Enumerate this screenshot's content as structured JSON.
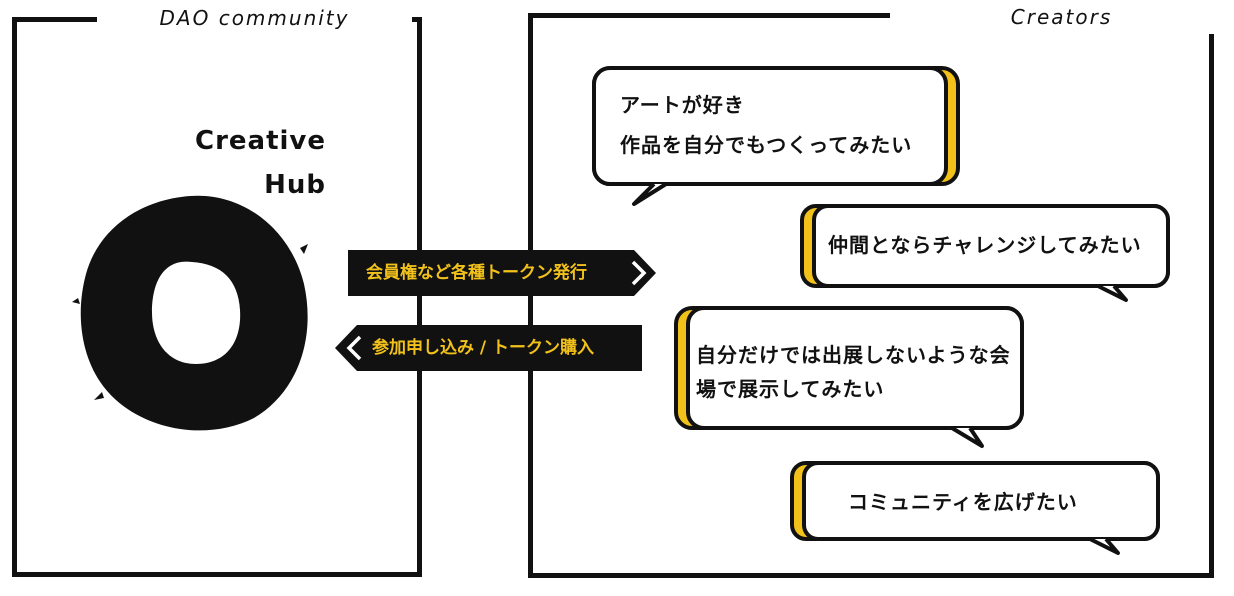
{
  "dao_label": "DAO community",
  "creators_label": "Creators",
  "hub": {
    "line1": "Creative",
    "line2": "Hub"
  },
  "arrows": {
    "issue_tokens": "会員権など各種トークン発行",
    "apply_purchase": "参加申し込み / トークン購入"
  },
  "bubbles": [
    {
      "lines": [
        "アートが好き",
        "作品を自分でもつくってみたい"
      ]
    },
    {
      "lines": [
        "仲間とならチャレンジしてみたい"
      ]
    },
    {
      "lines": [
        "自分だけでは出展しないような会",
        "場で展示してみたい"
      ]
    },
    {
      "lines": [
        "コミュニティを広げたい"
      ]
    }
  ],
  "colors": {
    "accent": "#f2c21b",
    "ink": "#111111"
  }
}
